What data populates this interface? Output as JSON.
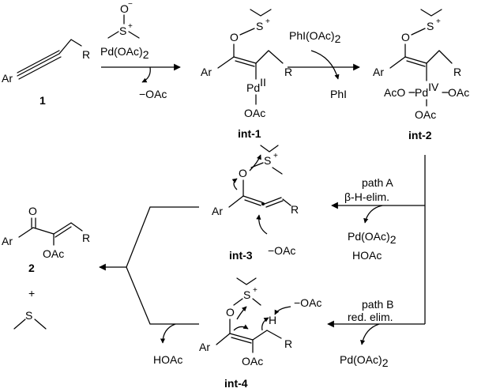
{
  "reagents": {
    "dmso": "DMSO (S⁺–O⁻)",
    "pd_oac2": "Pd(OAc)",
    "pd_oac2_sub": "2",
    "phi_oac2": "PhI(OAc)",
    "phi_oac2_sub": "2"
  },
  "atoms": {
    "ar": "Ar",
    "r": "R",
    "o": "O",
    "s": "S",
    "h": "H",
    "plus": "+",
    "minus": "−",
    "pd": "Pd",
    "pd_ii": "II",
    "pd_iv": "IV",
    "oac": "OAc",
    "aco": "AcO"
  },
  "byproducts": {
    "oac_anion": "−OAc",
    "phi": "PhI",
    "hoac": "HOAc",
    "pd_oac2": "Pd(OAc)",
    "pd_oac2_sub": "2"
  },
  "labels": {
    "cmpd1": "1",
    "cmpd2": "2",
    "int1": "int-1",
    "int2": "int-2",
    "int3": "int-3",
    "int4": "int-4"
  },
  "paths": {
    "a_line1": "path A",
    "a_line2": "β-H-elim.",
    "b_line1": "path B",
    "b_line2": "red. elim."
  },
  "plus_sign": "+"
}
